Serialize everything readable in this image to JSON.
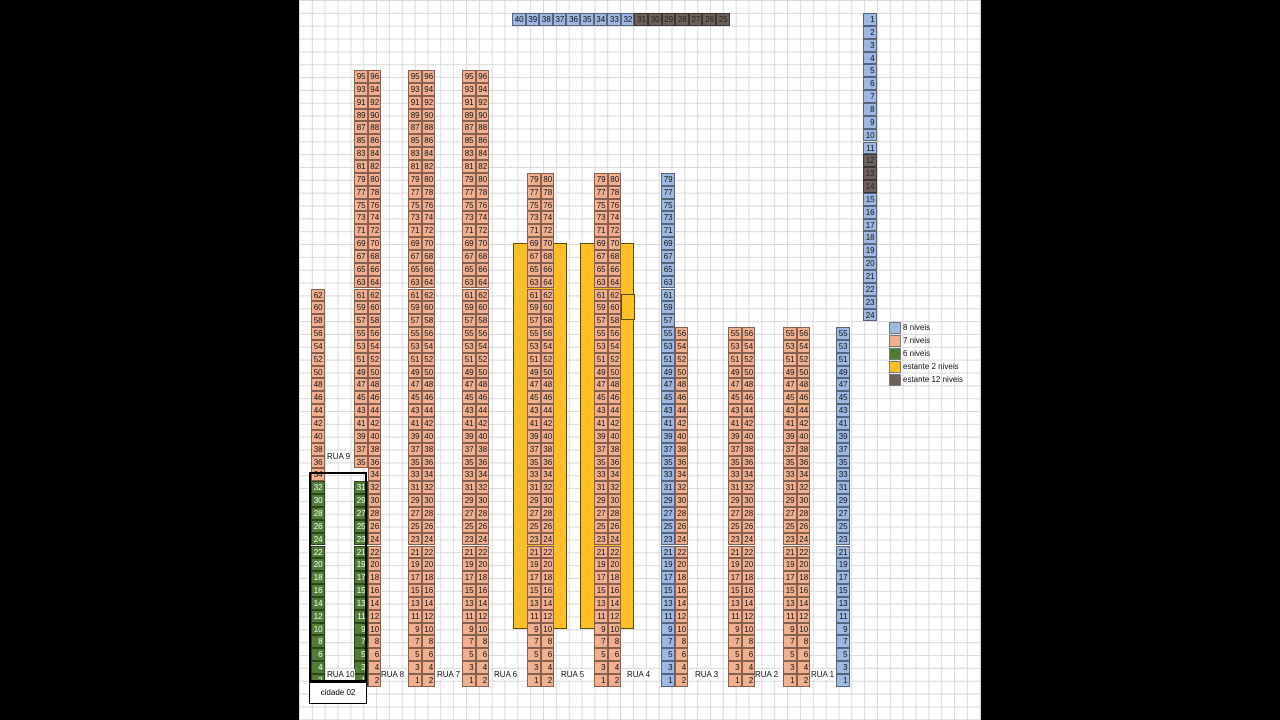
{
  "legend": [
    {
      "label": "8 niveis",
      "color": "#9db8e2"
    },
    {
      "label": "7 niveis",
      "color": "#f2b08f"
    },
    {
      "label": "6 niveis",
      "color": "#4e7d33"
    },
    {
      "label": "estante 2 niveis",
      "color": "#fdbf26"
    },
    {
      "label": "estante 12 niveis",
      "color": "#6d625b"
    }
  ],
  "aisles": [
    "RUA 10",
    "RUA 9",
    "RUA 8",
    "RUA 7",
    "RUA 6",
    "RUA 5",
    "RUA 4",
    "RUA 3",
    "RUA 2",
    "RUA 1"
  ],
  "site_label": "cidade 02",
  "top_row": {
    "blue": [
      "40",
      "39",
      "38",
      "37",
      "36",
      "35",
      "34",
      "33",
      "32"
    ],
    "dark": [
      "31",
      "30",
      "29",
      "28",
      "27",
      "26",
      "25"
    ]
  },
  "right_column": {
    "blue_top": [
      "1",
      "2",
      "3",
      "4",
      "5",
      "6",
      "7",
      "8",
      "9",
      "10",
      "11"
    ],
    "dark": [
      "12",
      "13",
      "14"
    ],
    "blue_bottom": [
      "15",
      "16",
      "17",
      "18",
      "19",
      "20",
      "21",
      "22",
      "23",
      "24"
    ]
  }
}
